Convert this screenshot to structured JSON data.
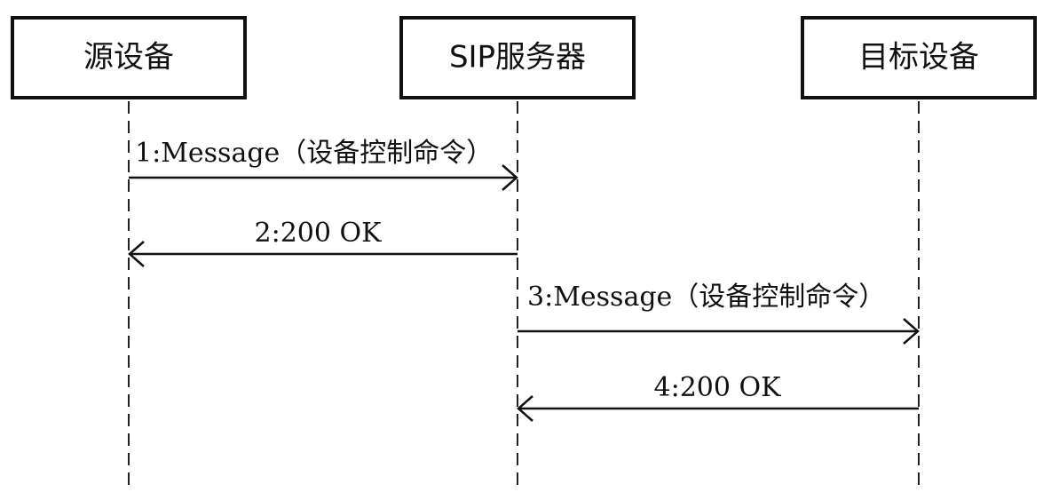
{
  "actors": [
    {
      "id": "source",
      "label": "源设备"
    },
    {
      "id": "server",
      "label": "SIP服务器"
    },
    {
      "id": "target",
      "label": "目标设备"
    }
  ],
  "messages": [
    {
      "from": "source",
      "to": "server",
      "label": "1:Message（设备控制命令）"
    },
    {
      "from": "server",
      "to": "source",
      "label": "2:200 OK"
    },
    {
      "from": "server",
      "to": "target",
      "label": "3:Message（设备控制命令）"
    },
    {
      "from": "target",
      "to": "server",
      "label": "4:200 OK"
    }
  ]
}
